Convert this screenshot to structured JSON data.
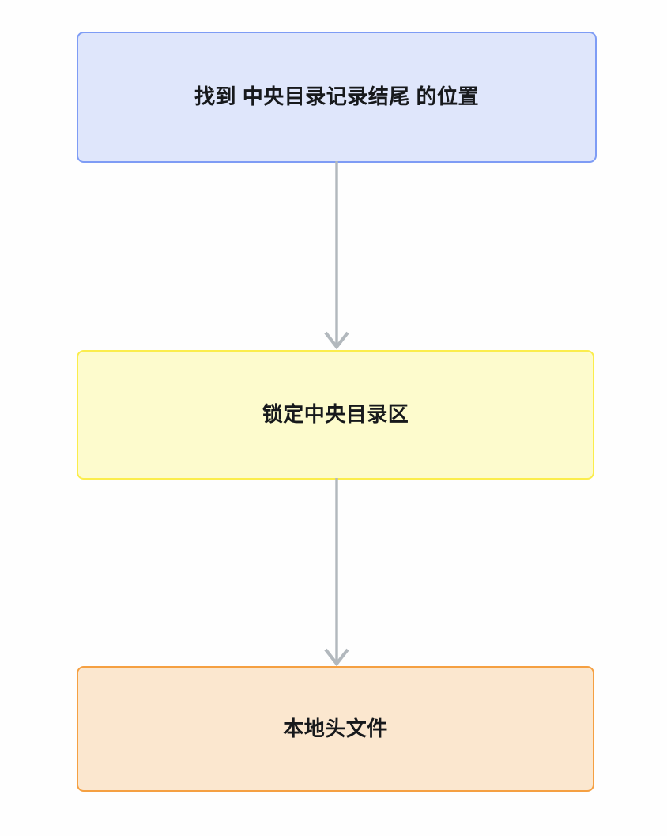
{
  "diagram": {
    "type": "flowchart",
    "direction": "top-to-bottom",
    "background_color": "#fefefe",
    "nodes": [
      {
        "id": "eocd",
        "label": "找到 中央目录记录结尾 的位置",
        "shape": "rounded-rectangle",
        "fill_color": "#dfe6fb",
        "border_color": "#7e9cf5",
        "text_color": "#17191c"
      },
      {
        "id": "central-dir",
        "label": "锁定中央目录区",
        "shape": "rounded-rectangle",
        "fill_color": "#fdfbcd",
        "border_color": "#fbed4c",
        "text_color": "#17191c"
      },
      {
        "id": "local-header",
        "label": "本地头文件",
        "shape": "rounded-rectangle",
        "fill_color": "#fbe7cf",
        "border_color": "#f5a042",
        "text_color": "#17191c"
      }
    ],
    "edges": [
      {
        "id": "edge-1",
        "from": "eocd",
        "to": "central-dir",
        "label": "",
        "arrow": "down",
        "color": "#b2b8bd"
      },
      {
        "id": "edge-2",
        "from": "central-dir",
        "to": "local-header",
        "label": "",
        "arrow": "down",
        "color": "#b2b8bd"
      }
    ]
  }
}
